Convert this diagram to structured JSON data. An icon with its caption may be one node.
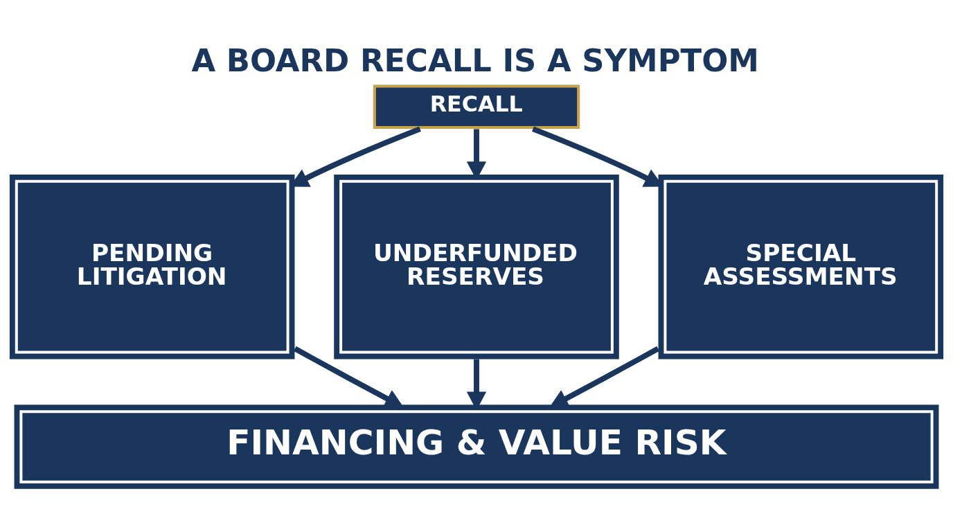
{
  "diagram": {
    "title": "A BOARD RECALL IS A SYMPTOM",
    "nodes": [
      {
        "text": [
          "RECALL"
        ]
      },
      {
        "text": [
          "PENDING LITIGATION"
        ]
      },
      {
        "text": [
          "UNDERFUNDED RESERVES"
        ]
      },
      {
        "text": [
          "SPECIAL ASSESSMENTS"
        ]
      },
      {
        "text": [
          "FINANCING & VALUE RISK"
        ]
      }
    ],
    "edges": [
      {
        "from": 0,
        "to": 1,
        "arrow": "to"
      },
      {
        "from": 0,
        "to": 2,
        "arrow": "to"
      },
      {
        "from": 0,
        "to": 3,
        "arrow": "to"
      },
      {
        "from": 1,
        "to": 4,
        "arrow": "to"
      },
      {
        "from": 2,
        "to": 4,
        "arrow": "to"
      },
      {
        "from": 3,
        "to": 4,
        "arrow": "to"
      }
    ]
  }
}
